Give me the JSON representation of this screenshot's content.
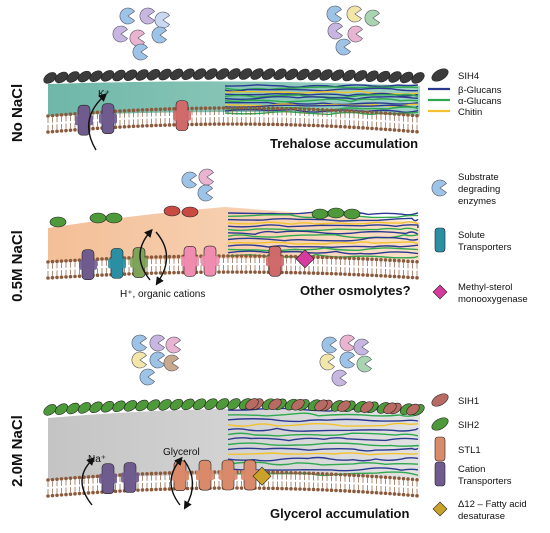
{
  "conditions": [
    {
      "label": "No NaCl",
      "ion_label": "K⁺",
      "annotation": "Trehalose accumulation"
    },
    {
      "label": "0.5M NaCl",
      "ion_label": "H⁺,  organic cations",
      "annotation": "Other osmolytes?"
    },
    {
      "label": "2.0M NaCl",
      "ion_label": "Na⁺",
      "solute_label": "Glycerol",
      "annotation": "Glycerol accumulation"
    }
  ],
  "legends": {
    "panel1": [
      {
        "label": "SIH4",
        "icon": "ellipse-icon",
        "color": "#3b3b3b"
      },
      {
        "label": "β-Glucans",
        "icon": "line-icon",
        "color": "#2b3990"
      },
      {
        "label": "α-Glucans",
        "icon": "line-icon",
        "color": "#2fa84f"
      },
      {
        "label": "Chitin",
        "icon": "line-icon",
        "color": "#f2c22e"
      }
    ],
    "panel2": [
      {
        "label": "Substrate degrading enzymes",
        "lines": [
          "Substrate",
          "degrading",
          "enzymes"
        ],
        "icon": "pacman-icon",
        "color": "#9dc3e6"
      },
      {
        "label": "Solute Transporters",
        "lines": [
          "Solute",
          "Transporters"
        ],
        "icon": "transporter-icon",
        "color": "#2a8fa3"
      },
      {
        "label": "Methyl-sterol monooxygenase",
        "lines": [
          "Methyl-sterol",
          "monooxygenase"
        ],
        "icon": "diamond-icon",
        "color": "#d63a9c"
      }
    ],
    "panel3": [
      {
        "label": "SIH1",
        "lines": [
          "SIH1"
        ],
        "icon": "ellipse-icon",
        "color": "#b86b62"
      },
      {
        "label": "SIH2",
        "lines": [
          "SIH2"
        ],
        "icon": "ellipse-icon",
        "color": "#4e9a3a"
      },
      {
        "label": "STL1",
        "lines": [
          "STL1"
        ],
        "icon": "transporter-icon",
        "color": "#d98a6a"
      },
      {
        "label": "Cation Transporters",
        "lines": [
          "Cation",
          "Transporters"
        ],
        "icon": "transporter-icon",
        "color": "#6f5b8e"
      },
      {
        "label": "Δ12 – Fatty acid desaturase",
        "lines": [
          "Δ12 – Fatty acid",
          "desaturase"
        ],
        "icon": "diamond-icon",
        "color": "#c9a227"
      }
    ]
  },
  "colors": {
    "cytoplasm_no_nacl": "#7dbfb0",
    "cytoplasm_05": "#f6c9a8",
    "cytoplasm_20": "#d0d0d0",
    "beta_glucan": "#2b3990",
    "alpha_glucan": "#2fa84f",
    "chitin": "#f2c22e"
  }
}
